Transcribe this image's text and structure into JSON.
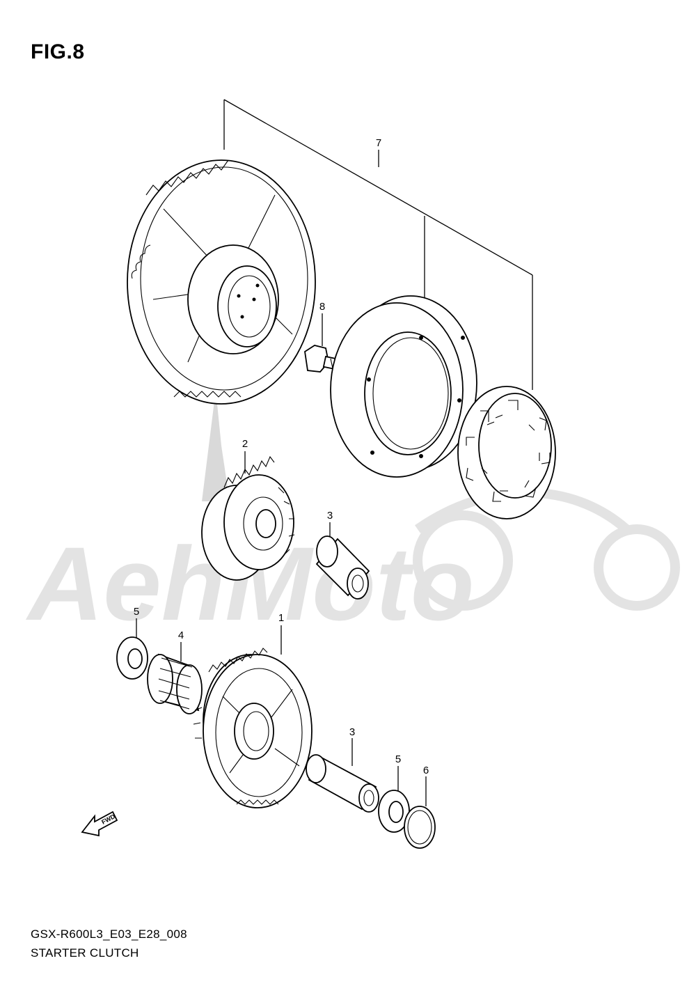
{
  "figure": {
    "title": "FIG.8",
    "model_code": "GSX-R600L3_E03_E28_008",
    "section_name": "STARTER CLUTCH"
  },
  "callouts": [
    "1",
    "2",
    "3",
    "3",
    "4",
    "5",
    "5",
    "6",
    "7",
    "8"
  ],
  "fwd_arrow": {
    "label": "FWD"
  },
  "watermark": {
    "text": "AehMoto"
  }
}
